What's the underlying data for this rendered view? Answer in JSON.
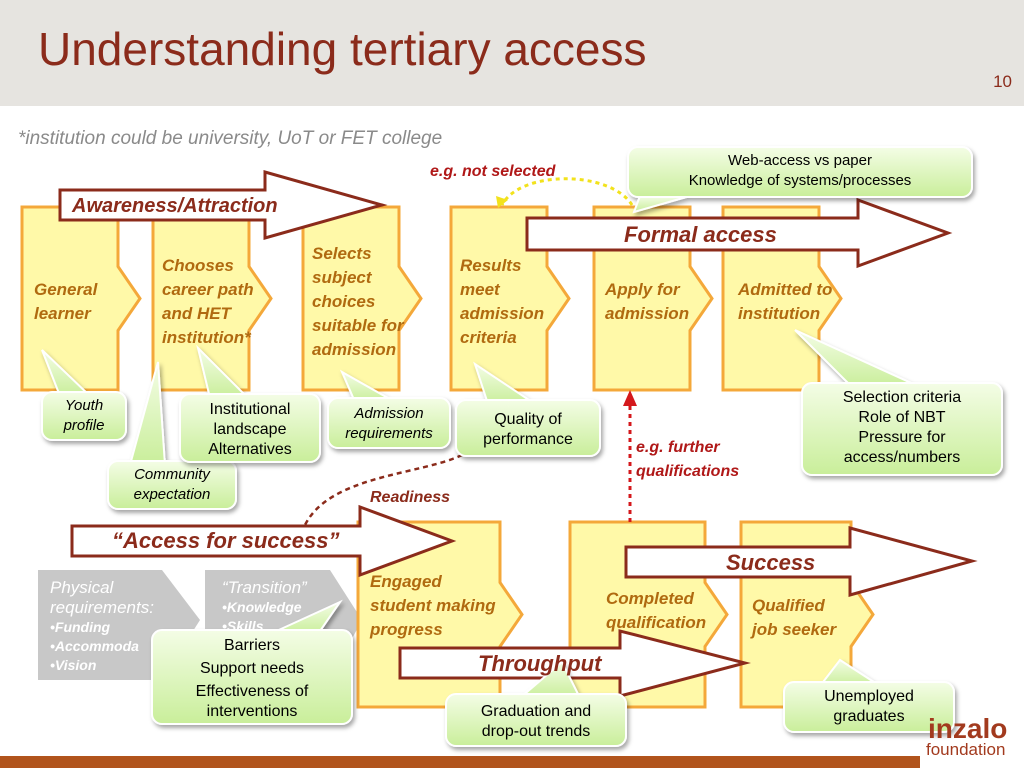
{
  "slide": {
    "title": "Understanding tertiary access",
    "number": "10",
    "subtitle": "*institution could be university, UoT or FET college"
  },
  "stages_top": [
    {
      "lines": [
        "General",
        "learner"
      ]
    },
    {
      "lines": [
        "Chooses",
        "career path",
        "and HET",
        "institution*"
      ]
    },
    {
      "lines": [
        "Selects",
        "subject",
        "choices",
        "suitable for",
        "admission"
      ]
    },
    {
      "lines": [
        "Results",
        "meet",
        "admission",
        "criteria"
      ]
    },
    {
      "lines": [
        "Apply for",
        "admission"
      ]
    },
    {
      "lines": [
        "Admitted to",
        "institution"
      ]
    }
  ],
  "stages_bottom": [
    {
      "lines": [
        "Engaged",
        "student making",
        "progress"
      ]
    },
    {
      "lines": [
        "Completed",
        "qualification"
      ]
    },
    {
      "lines": [
        "Qualified",
        "job seeker"
      ]
    }
  ],
  "arrows": {
    "awareness": "Awareness/Attraction",
    "formal": "Formal access",
    "access_success": "“Access for success”",
    "success": "Success",
    "throughput": "Throughput"
  },
  "callouts": {
    "youth": [
      "Youth",
      "profile"
    ],
    "community": [
      "Community",
      "expectation"
    ],
    "institutional": [
      "Institutional",
      "landscape",
      "Alternatives"
    ],
    "admission_req": [
      "Admission",
      "requirements"
    ],
    "quality": [
      "Quality of",
      "performance"
    ],
    "web_access": [
      "Web-access vs paper",
      "Knowledge of systems/processes"
    ],
    "selection": [
      "Selection criteria",
      "Role of NBT",
      "Pressure for",
      "access/numbers"
    ],
    "barriers": [
      "Barriers",
      "Support needs",
      "Effectiveness of",
      "interventions"
    ],
    "graduation": [
      "Graduation and",
      "drop-out trends"
    ],
    "unemployed": [
      "Unemployed",
      "graduates"
    ]
  },
  "annotations": {
    "not_selected": "e.g. not selected",
    "further_qual": [
      "e.g. further",
      "qualifications"
    ],
    "readiness": "Readiness"
  },
  "physical": {
    "heading": [
      "Physical",
      "requirements:"
    ],
    "items": [
      "•Funding",
      "•Accommoda",
      "•Vision"
    ]
  },
  "transition": {
    "heading": "“Transition”",
    "items": [
      "•Knowledge",
      "•Skills"
    ]
  },
  "logo": {
    "name": "inzalo",
    "sub": "foundation"
  },
  "colors": {
    "title": "#8b2b1b",
    "stage_fill": "#fff9a8",
    "stage_border": "#f4a83a",
    "stage_text": "#b06a10",
    "callout_fill": "#e3f7c4",
    "arrow_border": "#8b2b1b",
    "red": "#d4181c"
  }
}
